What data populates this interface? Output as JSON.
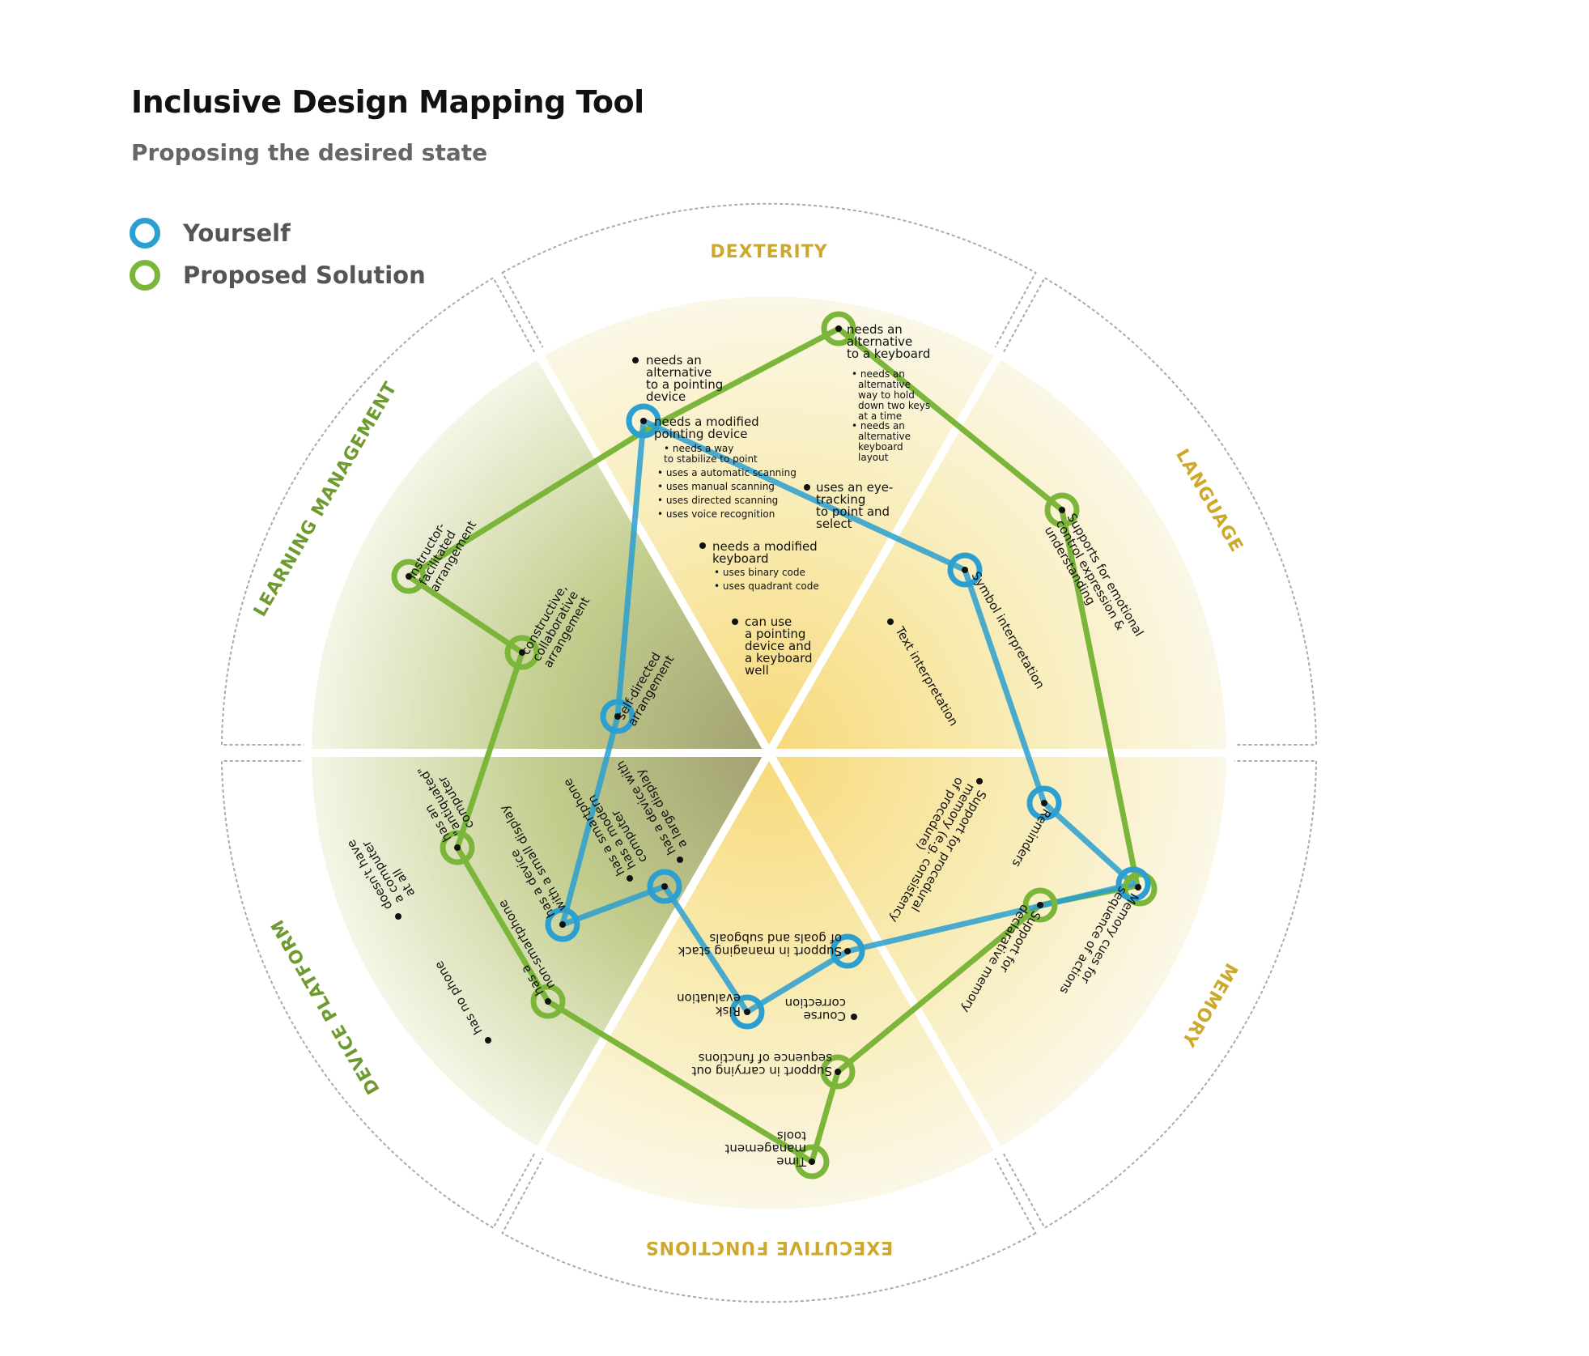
{
  "header": {
    "title": "Inclusive Design Mapping Tool",
    "subtitle": "Proposing the desired state"
  },
  "legend": [
    {
      "label": "Yourself",
      "color": "#2a9fd0"
    },
    {
      "label": "Proposed Solution",
      "color": "#7bb63a"
    }
  ],
  "colors": {
    "yourself": "#2a9fd0",
    "proposed": "#7bb63a",
    "sector_label_gold": "#cda82b",
    "sector_label_green": "#6e9a2f"
  },
  "sectors": [
    {
      "id": "dexterity",
      "label": "DEXTERITY",
      "color": "gold"
    },
    {
      "id": "language",
      "label": "LANGUAGE",
      "color": "gold"
    },
    {
      "id": "memory",
      "label": "MEMORY",
      "color": "gold"
    },
    {
      "id": "executive",
      "label": "EXECUTIVE FUNCTIONS",
      "color": "gold"
    },
    {
      "id": "device",
      "label": "DEVICE PLATFORM",
      "color": "green"
    },
    {
      "id": "learning",
      "label": "LEARNING MANAGEMENT",
      "color": "green"
    }
  ],
  "dexterity_items": {
    "alt_pointing": "needs an alternative to a pointing device",
    "modified_pointing": "needs a modified pointing device",
    "modified_pointing_sub": [
      "needs a way to stabilize to point",
      "uses a automatic scanning",
      "uses manual scanning",
      "uses directed scanning",
      "uses voice recognition"
    ],
    "alt_keyboard": "needs an alternative to a keyboard",
    "alt_keyboard_sub": [
      "needs an alternative way to hold down two keys at a time",
      "needs an alternative keyboard layout"
    ],
    "eye_tracking": "uses an eye-tracking to point and select",
    "modified_keyboard": "needs a modified keyboard",
    "modified_keyboard_sub": [
      "uses binary code",
      "uses quadrant code"
    ],
    "can_use": "can use a pointing device and a keyboard well"
  },
  "language_items": {
    "emotional": "Supports for emotional control expression & understanding",
    "symbol": "Symbol interpretation",
    "text": "Text interpretation"
  },
  "memory_items": {
    "procedural": "Support for procedural memory (e.g. consistency of procedure)",
    "reminders": "Reminders",
    "memory_cues": "Memory cues for sequence of actions",
    "declarative": "Support for declarative memory"
  },
  "executive_items": {
    "stack": "Support in managing stack of goals and subgoals",
    "risk": "Risk evaluation",
    "course": "Course correction",
    "sequence": "Support in carrying out sequence of functions",
    "time": "Time management tools"
  },
  "device_items": {
    "large_display": "has a device with a large display",
    "smartphone": "has a smartphone",
    "modern_computer": "has a modern computer",
    "small_display": "has a device with a small display",
    "antiquated": "has an \"antiquated\" computer",
    "no_computer": "doesn't have a computer at all",
    "non_smartphone": "has a non-smartphone",
    "no_phone": "has no phone"
  },
  "learning_items": {
    "instructor": "instructor-facilitated arrangement",
    "constructive": "constructive, collaborative arrangement",
    "self_directed": "self-directed arrangement"
  }
}
